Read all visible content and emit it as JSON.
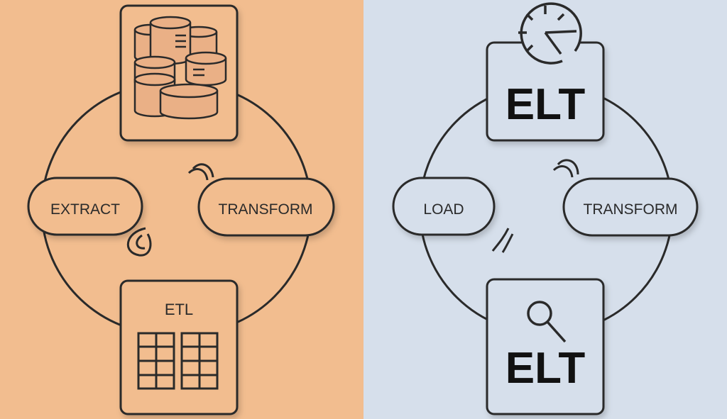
{
  "colors": {
    "left_background": "#f2bd8f",
    "right_background": "#d6dfeb",
    "stroke": "#2a2a2a"
  },
  "etl": {
    "left_pill": "EXTRACT",
    "right_pill": "TRANSFORM",
    "bottom_card_label": "ETL",
    "top_card_icon": "database-stack-icon",
    "bottom_card_icon": "table-grid-icon"
  },
  "elt": {
    "left_pill": "LOAD",
    "right_pill": "TRANSFORM",
    "top_card_label": "ELT",
    "bottom_card_label": "ELT",
    "top_card_icon": "clock-icon",
    "bottom_card_icon": "magnifier-icon"
  }
}
